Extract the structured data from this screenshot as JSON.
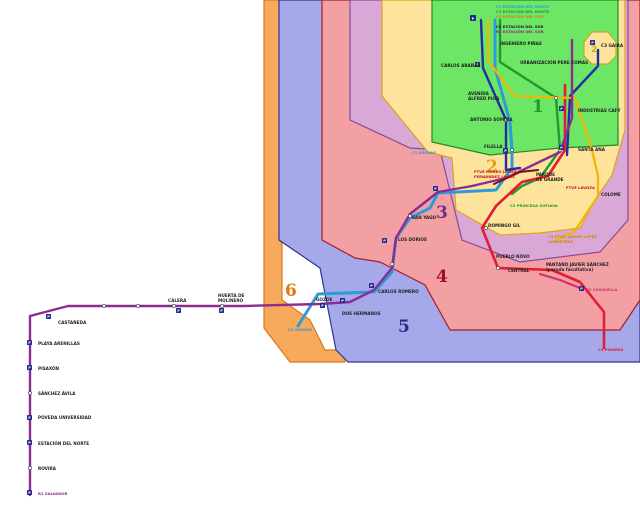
{
  "zones": [
    {
      "label": "1",
      "color": "#1f9a2e"
    },
    {
      "label": "2",
      "color": "#e0a21b"
    },
    {
      "label": "3",
      "color": "#6a2f8a"
    },
    {
      "label": "4",
      "color": "#9e1020"
    },
    {
      "label": "5",
      "color": "#25307e"
    },
    {
      "label": "6",
      "color": "#e07a10"
    },
    {
      "label": "2",
      "color": "#c9a81d"
    }
  ],
  "line_colors": {
    "C1": "#2f9bd6",
    "C2": "#1f9a2e",
    "C3": "#1f2fa5",
    "C4": "#e11c34",
    "R1": "#8b2c8f",
    "C5": "#f2b600"
  },
  "stations": {
    "c1_est_norte": "C1 ESTACIÓN DEL NORTE",
    "c2_est_norte": "C2 ESTACIÓN DEL NORTE",
    "c3_est_norte": "C3 ESTACIÓN DEL SUR",
    "c5_est_sur": "C5 ESTACIÓN DEL SUR",
    "r1_est_sur": "R1 ESTACIÓN DEL SUR",
    "carlos_arias": "CARLOS ARAÑAS",
    "ingeniero": "INGENIERO PIÑAS",
    "urbanizacion": "URBANIZACIÓN PERE COMAS",
    "c3_gaira": "C3 GAIRA",
    "avenida_1": "AVENIDA",
    "avenida_2": "ALFRED PUIG",
    "antonio": "ANTONIO SOPEÑA",
    "industrias": "INDUSTRIAS CAFY",
    "filella": "FILELLA",
    "santa_ana": "SANTA ANA",
    "fte_museo_1": "FTVE MUSEO JAVIER",
    "fte_museo_2": "FERNÁNDEZ LÓPEZ",
    "parque_1": "PARQUE",
    "parque_2": "DE GRANDE",
    "fte_lavoza": "FTVE LAVOZA",
    "colome": "COLOMÉ",
    "c2_princesa": "C2 PRINCESA SOFIAVA",
    "c1_arenas": "C1 ARENAS",
    "san_yago": "SAN YAGO",
    "domingo_gil": "DOMINGO GIL",
    "c5_1": "C5 FTVE. JAVIER LOPEZ",
    "c5_2": "CARRETERA",
    "los_dorios": "LOS DORIOS",
    "pueblo_nuevo": "PUEBLO NOVO",
    "central": "CENTRAL",
    "pantano_1": "PANTANO JAVIER SÁNCHEZ",
    "pantano_2": "(parada facultativa)",
    "r3_casavella": "R3 CASAVELLA",
    "c4_pinares": "C4 PINARES",
    "carlos_romero": "CARLOS ROMERO",
    "gozoe": "GOZOE",
    "dos_hermanos": "DOS HERMANOS",
    "c1_arenas_b": "C1 ARENAS",
    "huerta_1": "HUERTA DE",
    "huerta_2": "MOLINERO",
    "calera": "CALERA",
    "castaneda": "CASTAÑEDA",
    "playa": "PLAYA ARENILLAS",
    "pisaxon": "PISAXÓN",
    "sanchez": "SÁNCHEZ ÁVILA",
    "poveda": "POVEDA UNIVERSIDAD",
    "estacion_norte": "ESTACIÓN DEL NORTE",
    "rovira": "ROVIRA",
    "r1_salvador": "R1 SALVADOR"
  }
}
